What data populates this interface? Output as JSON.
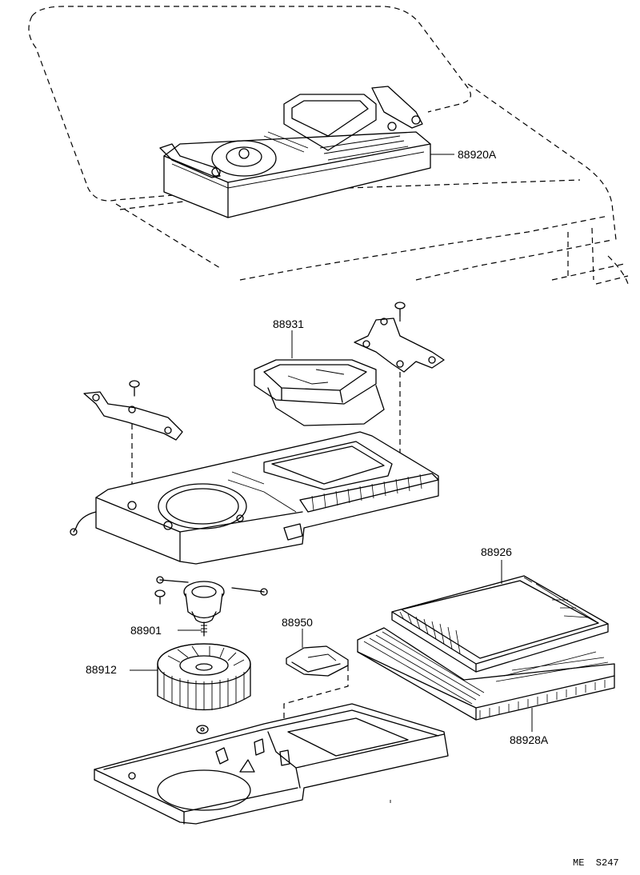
{
  "parts": {
    "p88920A": "88920A",
    "p88931": "88931",
    "p88926": "88926",
    "p88901": "88901",
    "p88950": "88950",
    "p88912": "88912",
    "p88928A": "88928A"
  },
  "drawing_code": "ME  S247"
}
